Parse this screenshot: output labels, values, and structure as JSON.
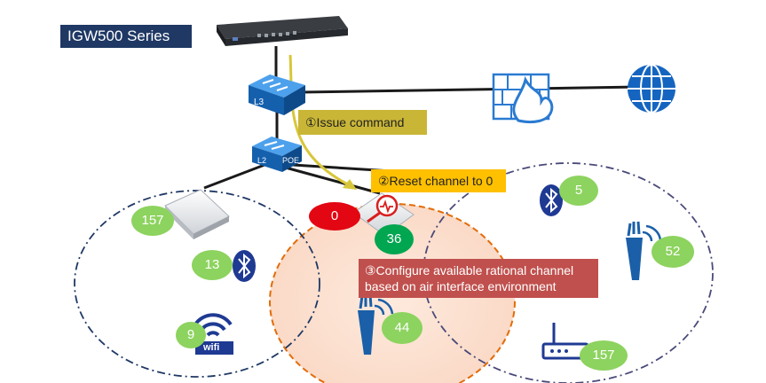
{
  "title": "IGW500 Series",
  "steps": {
    "issue": "①Issue command",
    "reset": "②Reset channel to 0",
    "configure": "③Configure available rational channel based on air interface environment"
  },
  "switch_labels": {
    "l3": "L3",
    "l2": "L2",
    "poe": "POE"
  },
  "wifi_label": "wifi",
  "channels": {
    "ap_left": "157",
    "bluetooth_left": "13",
    "wifi_left": "9",
    "ap_center_old": "0",
    "ap_center_new": "36",
    "antenna_center": "44",
    "bluetooth_right": "5",
    "antenna_right": "52",
    "router_right": "157"
  },
  "colors": {
    "title_bg": "#1f3864",
    "step1_bg": "#c9b637",
    "step2_bg": "#ffc000",
    "step3_bg": "#c0504d",
    "channel_badge": "#8dd35f",
    "reset_badge": "#e30613",
    "new_channel_badge": "#00a650",
    "device_blue": "#1a5fa8"
  }
}
